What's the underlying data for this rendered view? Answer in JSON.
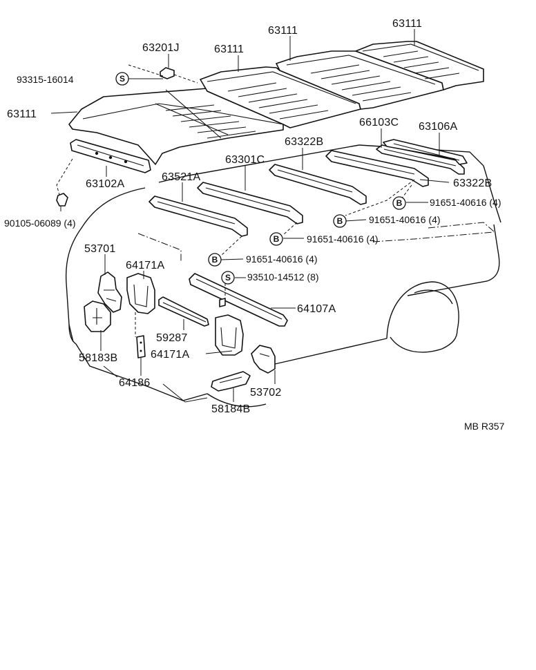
{
  "labels": {
    "p63111_top_right": "63111",
    "p63111_top_mid": "63111",
    "p63201j": "63201J",
    "p63111_mid": "63111",
    "p93315": "93315-16014",
    "p63111_left": "63111",
    "p66103c": "66103C",
    "p63106a": "63106A",
    "p63322b_upper": "63322B",
    "p63301c": "63301C",
    "p63102a": "63102A",
    "p63521a": "63521A",
    "p63322b_right": "63322B",
    "p91651_1": "91651-40616 (4)",
    "p90105": "90105-06089 (4)",
    "p91651_2": "91651-40616 (4)",
    "p91651_3": "91651-40616 (4)",
    "p53701": "53701",
    "p64171a_upper": "64171A",
    "p91651_4": "91651-40616 (4)",
    "p93510": "93510-14512 (8)",
    "p64107a": "64107A",
    "p59287": "59287",
    "p58183b": "58183B",
    "p64171a_lower": "64171A",
    "p64186": "64186",
    "p53702": "53702",
    "p58184b": "58184B",
    "ref_code": "MB R357"
  },
  "symbols": {
    "bolt": "B",
    "screw": "S"
  }
}
